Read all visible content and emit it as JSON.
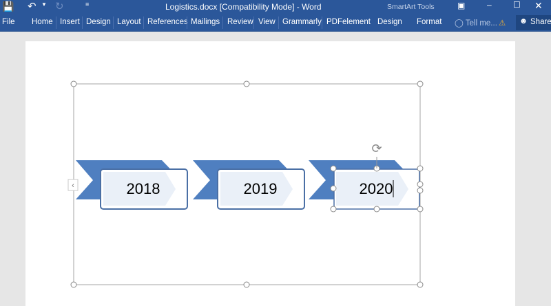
{
  "window": {
    "title": "Logistics.docx [Compatibility Mode] - Word",
    "context_group": "SmartArt Tools"
  },
  "quick_access": {
    "save": "save-icon",
    "undo": "undo-icon",
    "redo": "redo-icon",
    "customize": "customize-icon"
  },
  "ribbon": {
    "tabs": [
      "File",
      "Home",
      "Insert",
      "Design",
      "Layout",
      "References",
      "Mailings",
      "Review",
      "View",
      "Grammarly",
      "PDFelement"
    ],
    "context_tabs": [
      "Design",
      "Format"
    ],
    "tell_me": "Tell me...",
    "share": "Share"
  },
  "smartart": {
    "items": [
      "2018",
      "2019",
      "2020"
    ],
    "colors": {
      "chevron": "#4f7fc0",
      "box_border": "#4a6fa5",
      "arrow_fill": "#eaf0f8"
    }
  }
}
